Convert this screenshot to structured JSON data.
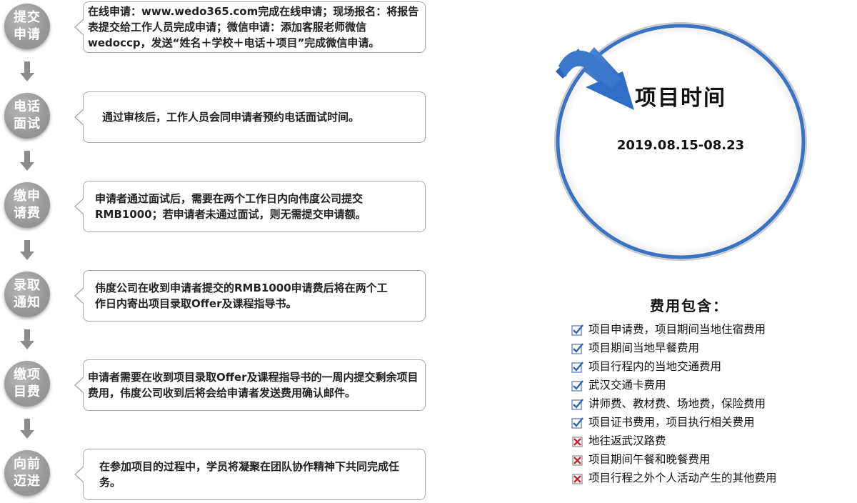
{
  "steps": [
    {
      "line1": "提交",
      "line2": "申请",
      "text": "在线申请：www.wedo365.com完成在线申请；现场报名：将报告表提交给工作人员完成申请；微信申请：添加客服老师微信wedoccp，发送“姓名＋学校＋电话＋项目”完成微信申请。"
    },
    {
      "line1": "电话",
      "line2": "面试",
      "text": "通过审核后，工作人员会同申请者预约电话面试时间。"
    },
    {
      "line1": "缴申",
      "line2": "请费",
      "text": "申请者通过面试后，需要在两个工作日内向伟度公司提交RMB1000；若申请者未通过面试，则无需提交申请额。"
    },
    {
      "line1": "录取",
      "line2": "通知",
      "text": "伟度公司在收到申请者提交的RMB1000申请费后将在两个工作日内寄出项目录取Offer及课程指导书。"
    },
    {
      "line1": "缴项",
      "line2": "目费",
      "text": "申请者需要在收到项目录取Offer及课程指导书的一周内提交剩余项目费用，伟度公司收到后将会给申请者发送费用确认邮件。"
    },
    {
      "line1": "向前",
      "line2": "迈进",
      "text": "在参加项目的过程中，学员将凝聚在团队协作精神下共同完成任务。"
    }
  ],
  "project_time": {
    "title": "项目时间",
    "date": "2019.08.15-08.23",
    "ring_color": "#3a72c4",
    "arrow_color": "#2f6dc6"
  },
  "fees": {
    "title": "费用包含：",
    "items": [
      {
        "text": "项目申请费，项目期间当地住宿费用",
        "included": true,
        "icon": "checkbox-check-icon"
      },
      {
        "text": "项目期间当地早餐费用",
        "included": true,
        "icon": "checkbox-check-icon"
      },
      {
        "text": "项目行程内的当地交通费用",
        "included": true,
        "icon": "checkbox-check-icon"
      },
      {
        "text": "武汉交通卡费用",
        "included": true,
        "icon": "checkbox-check-icon"
      },
      {
        "text": "讲师费、教材费、场地费，保险费用",
        "included": true,
        "icon": "checkbox-check-icon"
      },
      {
        "text": "项目证书费用，项目执行相关费用",
        "included": true,
        "icon": "checkbox-check-icon"
      },
      {
        "text": "地往返武汉路费",
        "included": false,
        "icon": "checkbox-cross-icon"
      },
      {
        "text": "项目期间午餐和晚餐费用",
        "included": false,
        "icon": "checkbox-cross-icon"
      },
      {
        "text": "项目行程之外个人活动产生的其他费用",
        "included": false,
        "icon": "checkbox-cross-icon"
      }
    ]
  }
}
